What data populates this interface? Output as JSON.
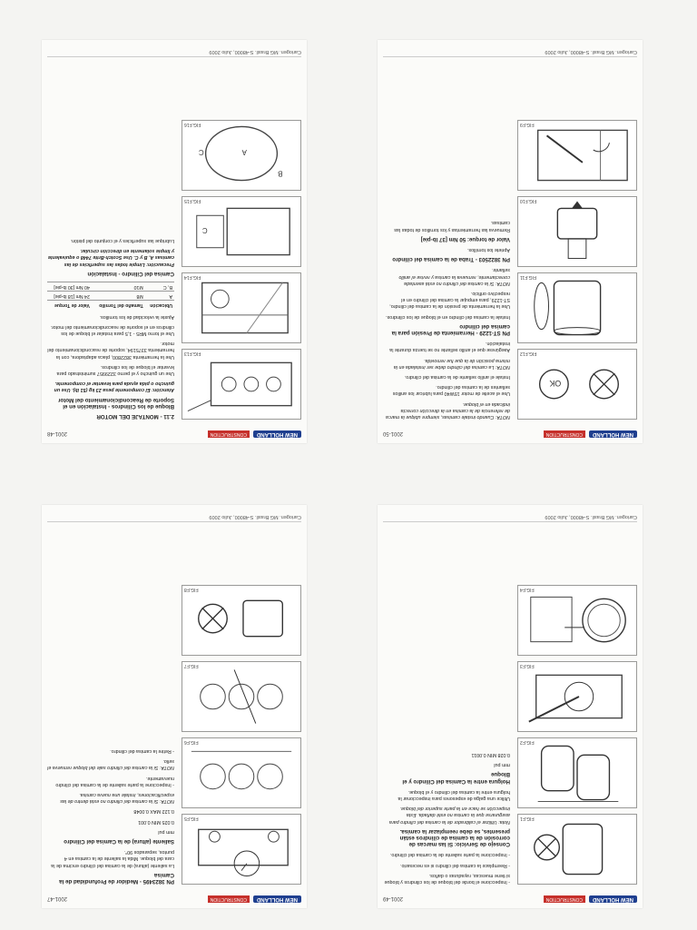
{
  "brand": "NEW HOLLAND",
  "brand_sub": "CONSTRUCTION",
  "footer_text": "Cariogen. MG Brasil. S-48000, Julio 2009",
  "spreads": [
    {
      "pages": [
        {
          "page_number": "2001-48",
          "figures": [
            "FIG.F13",
            "FIG.F14",
            "FIG.F15",
            "FIG.F16"
          ],
          "paragraphs": [
            {
              "style": "h",
              "text": "2.11 - MONTAJE DEL MOTOR"
            },
            {
              "style": "h",
              "text": "Bloque de los Cilindros - Instalación en el Soporte de Reacondicionamiento del Motor"
            },
            {
              "style": "warn",
              "text": "Atención: El componente pesa 23 kg (51 lb). Use un guincho o pida ayuda para levantar el componente."
            },
            {
              "style": "n",
              "text": "Use un guincho y el perno 3229957 suministrado para levantar el bloque de los cilindros."
            },
            {
              "style": "n",
              "text": "Use la herramienta 3822800, placa adaptadora, con la herramienta 3375194, soporte de reacondicionamiento del motor."
            },
            {
              "style": "n",
              "text": "Use el torno MR5 - 1,5 para instalar el bloque de los cilindros en el soporte de reacondicionamiento del motor."
            },
            {
              "style": "n",
              "text": "Ajuste la velocidad de los tornillos."
            }
          ],
          "table_headers": [
            "Ubicación",
            "Tamaño del Tornillo",
            "Valor de Torque"
          ],
          "table_rows": [
            [
              "A",
              "M8",
              "24 Nm [18 lb-pie]"
            ],
            [
              "B, C",
              "M10",
              "40 Nm [30 lb-pie]"
            ]
          ],
          "closing": [
            {
              "style": "h",
              "text": "Camisa del Cilindro - Instalación"
            },
            {
              "style": "warn",
              "text": "Precaución: Limpie todas las superficies de las camisas A, B y C. Use Scotch-Brite 7448 o equivalente y limpie solamente en dirección circular."
            },
            {
              "style": "n",
              "text": "Lubrique las superficies y el conjunto del pistón."
            }
          ]
        },
        {
          "page_number": "2001-50",
          "figures": [
            "FIG.F12",
            "FIG.F11",
            "FIG.F10",
            "FIG.F9"
          ],
          "paragraphs": [
            {
              "style": "note",
              "text": "NOTA: Cuando instale camisas, siempre ubique la marca de referencia de la camisa en la dirección correcta indicada en el bloque."
            },
            {
              "style": "n",
              "text": "Use el aceite de motor 15W40 para lubricar los anillos sellantes de la camisa del cilindro."
            },
            {
              "style": "n",
              "text": "Instale el anillo sellante de la camisa del cilindro."
            },
            {
              "style": "note",
              "text": "NOTA: La camisa del cilindro debe ser instalada en la misma posición de la que fue removida."
            },
            {
              "style": "n",
              "text": "Asegúrese que el anillo sellante no se tuerza durante la instalación."
            },
            {
              "style": "h",
              "text": "PN ST-1229 - Herramienta de Presión para la camisa del cilindro"
            },
            {
              "style": "n",
              "text": "Instale la camisa del cilindro en el bloque de los cilindros."
            },
            {
              "style": "n",
              "text": "Use la herramienta de presión de la camisa del cilindro, ST-1229, para empujar la camisa del cilindro en el respectivo orificio."
            },
            {
              "style": "note",
              "text": "NOTA: Si la camisa del cilindro no está asentada correctamente, remueva la camisa y revise el anillo sellante."
            },
            {
              "style": "h",
              "text": "PN 3822503 - Traba de la camisa del cilindro"
            },
            {
              "style": "n",
              "text": "Apriete los tornillos."
            },
            {
              "style": "n",
              "text": "Valor de torque: 50 Nm [37 lb-pie]"
            },
            {
              "style": "n",
              "text": "Remueva las herramientas y los tornillos de todas las camisas."
            }
          ]
        }
      ]
    },
    {
      "pages": [
        {
          "page_number": "2001-47",
          "figures": [
            "FIG.F5",
            "FIG.F6",
            "FIG.F7",
            "FIG.F8"
          ],
          "paragraphs": [
            {
              "style": "h",
              "text": "PN 3823495 - Medidor de Profundidad de la Camisa"
            },
            {
              "style": "n",
              "text": "La saliente (altura) de la camisa del cilindro encima de la cara del bloque. Mida la saliente de la camisa en 4 puntos, separados 90°."
            },
            {
              "style": "h",
              "text": "Saliente (altura) de la Camisa del Cilindro"
            },
            {
              "style": "n",
              "text": "mm  pul"
            },
            {
              "style": "n",
              "text": "0.025 MIN 0.001"
            },
            {
              "style": "n",
              "text": "0.122 MAX 0.0048"
            },
            {
              "style": "note",
              "text": "NOTA: Si la camisa del cilindro no está dentro de las especificaciones, instale una nueva camisa."
            },
            {
              "style": "n",
              "text": "- Inspeccione la parte saliente de la camisa del cilindro nuevamente."
            },
            {
              "style": "note",
              "text": "NOTA: Si la camisa del cilindro sale del bloque remueva el sello."
            },
            {
              "style": "n",
              "text": "- Retire la camisa del cilindro."
            }
          ]
        },
        {
          "page_number": "2001-49",
          "figures": [
            "FIG.F1",
            "FIG.F2",
            "FIG.F3",
            "FIG.F4"
          ],
          "paragraphs": [
            {
              "style": "n",
              "text": "- Inspeccione el borde del bloque de los cilindros y bloque si tiene muescas, rayaduras o daños."
            },
            {
              "style": "n",
              "text": "- Reemplace la camisa del cilindro si es necesario."
            },
            {
              "style": "n",
              "text": "- Inspeccione la parte saliente de la camisa del cilindro."
            },
            {
              "style": "h",
              "text": "Consejo de Servicio: Si las marcas de corrosión de la camisa de cilindros están presentes, se debe reemplazar la camisa."
            },
            {
              "style": "note",
              "text": "Nota: Utilizar el calibrador de la camisa del cilindro para asegurarse que la camisa no esté dañada. Esta inspección se hace en la parte superior del bloque."
            },
            {
              "style": "n",
              "text": "Utilice una galga de espesores para inspeccionar la holgura entre la camisa del cilindro y el bloque."
            },
            {
              "style": "n",
              "text": "Holgura entre la Camisa del Cilindro y el Bloque"
            },
            {
              "style": "n",
              "text": "mm  pul"
            },
            {
              "style": "n",
              "text": "0.028 MIN 0.0011"
            }
          ]
        }
      ]
    }
  ]
}
